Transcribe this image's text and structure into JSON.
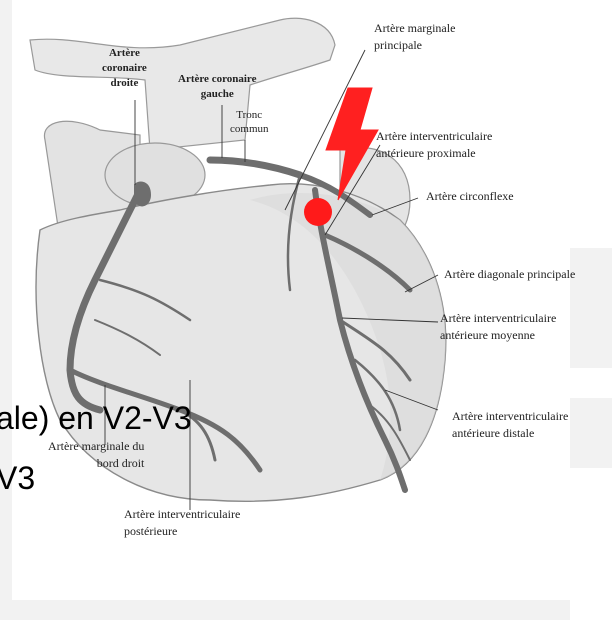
{
  "labels": {
    "marginale_principale": [
      "Artère marginale",
      "principale"
    ],
    "coronaire_droite": [
      "Artère",
      "coronaire",
      "droite"
    ],
    "coronaire_gauche": [
      "Artère coronaire",
      "gauche"
    ],
    "tronc_commun": [
      "Tronc",
      "commun"
    ],
    "iva_proximale": [
      "Artère interventriculaire",
      "antérieure proximale"
    ],
    "circonflexe": "Artère circonflexe",
    "diagonale_principale": "Artère diagonale principale",
    "iva_moyenne": [
      "Artère interventriculaire",
      "antérieure moyenne"
    ],
    "iva_distale": [
      "Artère interventriculaire",
      "antérieure distale"
    ],
    "marginale_bord_droit": [
      "Artère marginale du",
      "bord droit"
    ],
    "iv_posterieure": [
      "Artère interventriculaire",
      "postérieure"
    ]
  },
  "slide_fragments": {
    "line1": "ale) en V2-V3",
    "line2": "V3"
  },
  "colors": {
    "lightning": "#ff2020",
    "occlusion_dot": "#ff1a1a",
    "artery": "#6e6e6e",
    "heart_fill": "#e6e6e6"
  }
}
